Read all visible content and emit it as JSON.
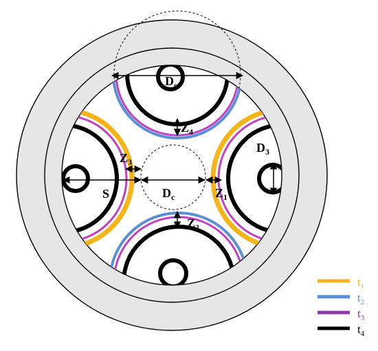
{
  "diagram": {
    "labels": {
      "ds_main": "D",
      "ds_sub": "s",
      "dc_main": "D",
      "dc_sub": "c",
      "d3_main": "D",
      "d3_sub": "3",
      "s": "S",
      "z1_main": "Z",
      "z1_sub": "1",
      "z2_main": "Z",
      "z2_sub": "2",
      "z3_main": "Z",
      "z3_sub": "3",
      "z4_main": "Z",
      "z4_sub": "4"
    },
    "legend": [
      {
        "main": "t",
        "sub": "1",
        "color": "#f5b41a",
        "text_color": "#f5b41a"
      },
      {
        "main": "t",
        "sub": "2",
        "color": "#5b8fd6",
        "text_color": "#5b8fd6"
      },
      {
        "main": "t",
        "sub": "3",
        "color": "#8e3aa6",
        "text_color": "#8e3aa6"
      },
      {
        "main": "t",
        "sub": "4",
        "color": "#000000",
        "text_color": "#000000"
      }
    ],
    "colors": {
      "outer_ring": "#e6e6e6",
      "inner_field": "#ffffff",
      "outline": "#000000",
      "t1": "#f5b41a",
      "t2": "#5b8fd6",
      "t3": "#c040c0",
      "t4": "#000000"
    }
  }
}
